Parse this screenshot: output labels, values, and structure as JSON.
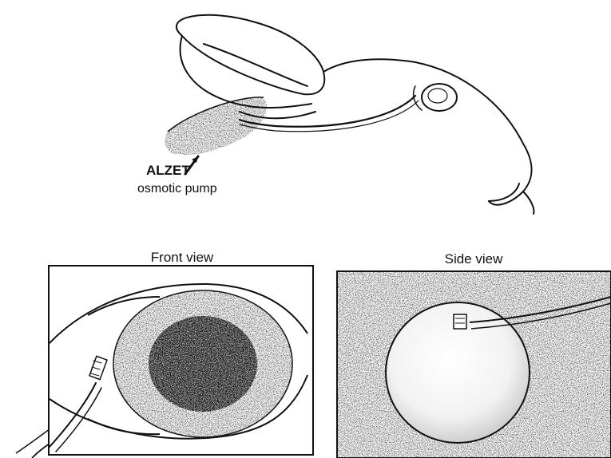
{
  "labels": {
    "pump_line1": "ALZET",
    "pump_line2": "osmotic pump",
    "front_view": "Front view",
    "side_view": "Side view"
  },
  "colors": {
    "ink": "#111111",
    "paper": "#ffffff"
  }
}
